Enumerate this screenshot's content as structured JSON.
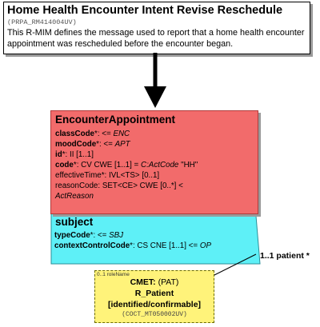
{
  "header": {
    "title": "Home Health Encounter Intent Revise Reschedule",
    "artifact_id": "(PRPA_RM414004UV)",
    "description": "This R-MIM defines the message used to report that a home health encounter appointment was rescheduled before the encounter began."
  },
  "encounter_appointment": {
    "title": "EncounterAppointment",
    "attributes": [
      {
        "name": "classCode",
        "rest": "*: <= ",
        "value": "ENC"
      },
      {
        "name": "moodCode",
        "rest": "*: <= ",
        "value": "APT"
      },
      {
        "name": "id",
        "rest": "*: II [1..1]",
        "value": ""
      },
      {
        "name": "code",
        "rest": "*: CV CWE [1..1] = ",
        "value": "C:ActCode",
        "tail": " \"HH\""
      },
      {
        "name": "effectiveTime",
        "rest": "*: IVL<TS> [0..1]",
        "value": ""
      },
      {
        "name": "reasonCode",
        "rest": ": SET<CE> CWE [0..*] <",
        "value": ""
      },
      {
        "name": "",
        "rest": "",
        "value": "ActReason"
      }
    ]
  },
  "subject": {
    "title": "subject",
    "attributes": [
      {
        "name": "typeCode",
        "rest": "*: <= ",
        "value": "SBJ"
      },
      {
        "name": "contextControlCode",
        "rest": "*: CS CNE [1..1] <= ",
        "value": "OP"
      }
    ]
  },
  "association": {
    "label": "1..1 patient  *"
  },
  "cmet": {
    "role_label": "0..1 roleName",
    "label": "CMET:",
    "code": " (PAT)",
    "name": "R_Patient",
    "qualifier": "[identified/confirmable]",
    "id": "(COCT_MT050002UV)"
  },
  "colors": {
    "encounter_fill": "#f26b6b",
    "subject_fill": "#5ef0f7",
    "cmet_fill": "#fff37a",
    "arrow": "#000000"
  }
}
